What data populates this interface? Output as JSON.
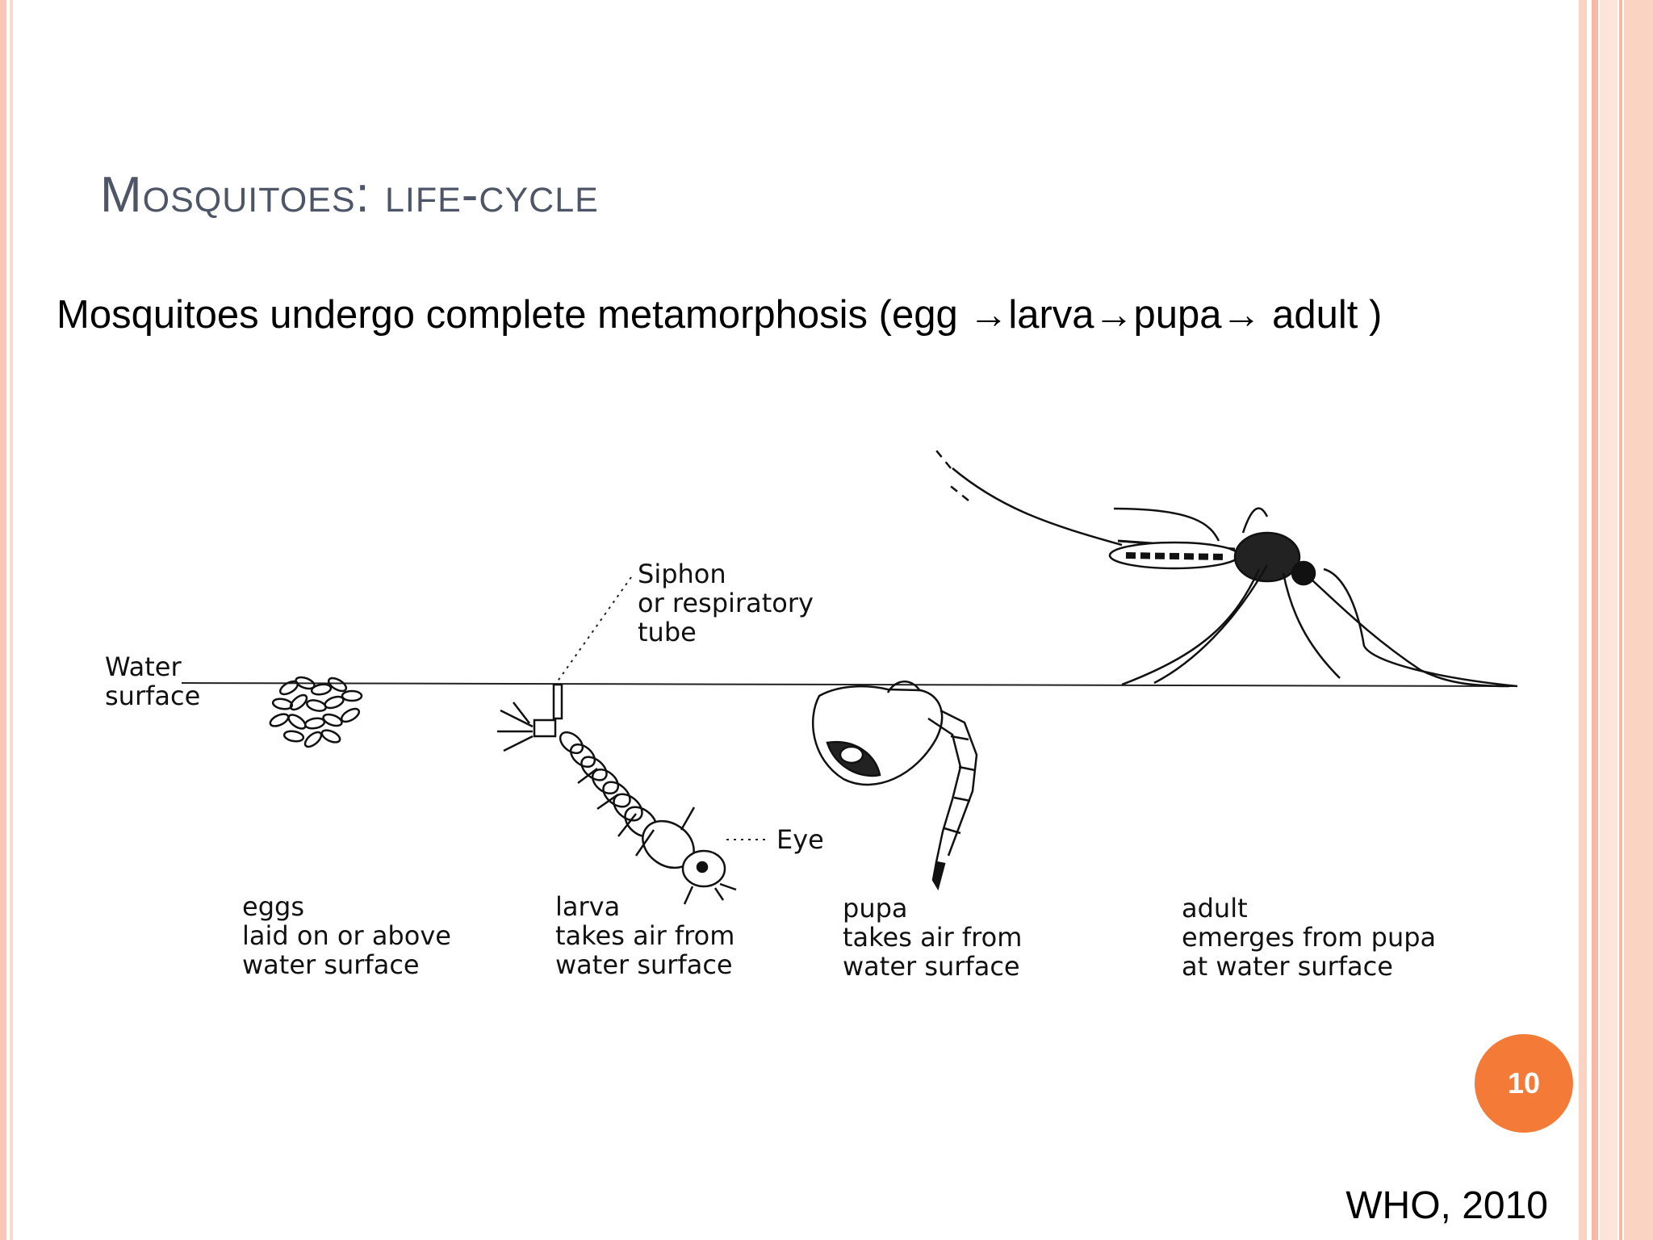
{
  "slide": {
    "title": "Mosquitoes: life-cycle",
    "subtitle": "Mosquitoes undergo complete metamorphosis (egg →larva→pupa→ adult )",
    "page_number": "10",
    "source": "WHO, 2010"
  },
  "diagram": {
    "water_label": [
      "Water",
      "surface"
    ],
    "siphon_label": [
      "Siphon",
      "or respiratory",
      "tube"
    ],
    "eye_label": "Eye",
    "stages": [
      {
        "lines": [
          "eggs",
          "laid on or above",
          "water surface"
        ]
      },
      {
        "lines": [
          "larva",
          "takes air from",
          "water surface"
        ]
      },
      {
        "lines": [
          "pupa",
          "takes air from",
          "water surface"
        ]
      },
      {
        "lines": [
          "adult",
          "emerges from pupa",
          "at water surface"
        ]
      }
    ]
  },
  "colors": {
    "title": "#4d5566",
    "badge": "#f47a38",
    "stripe_light": "#fce4db",
    "stripe_dark": "#f7b9a3"
  }
}
